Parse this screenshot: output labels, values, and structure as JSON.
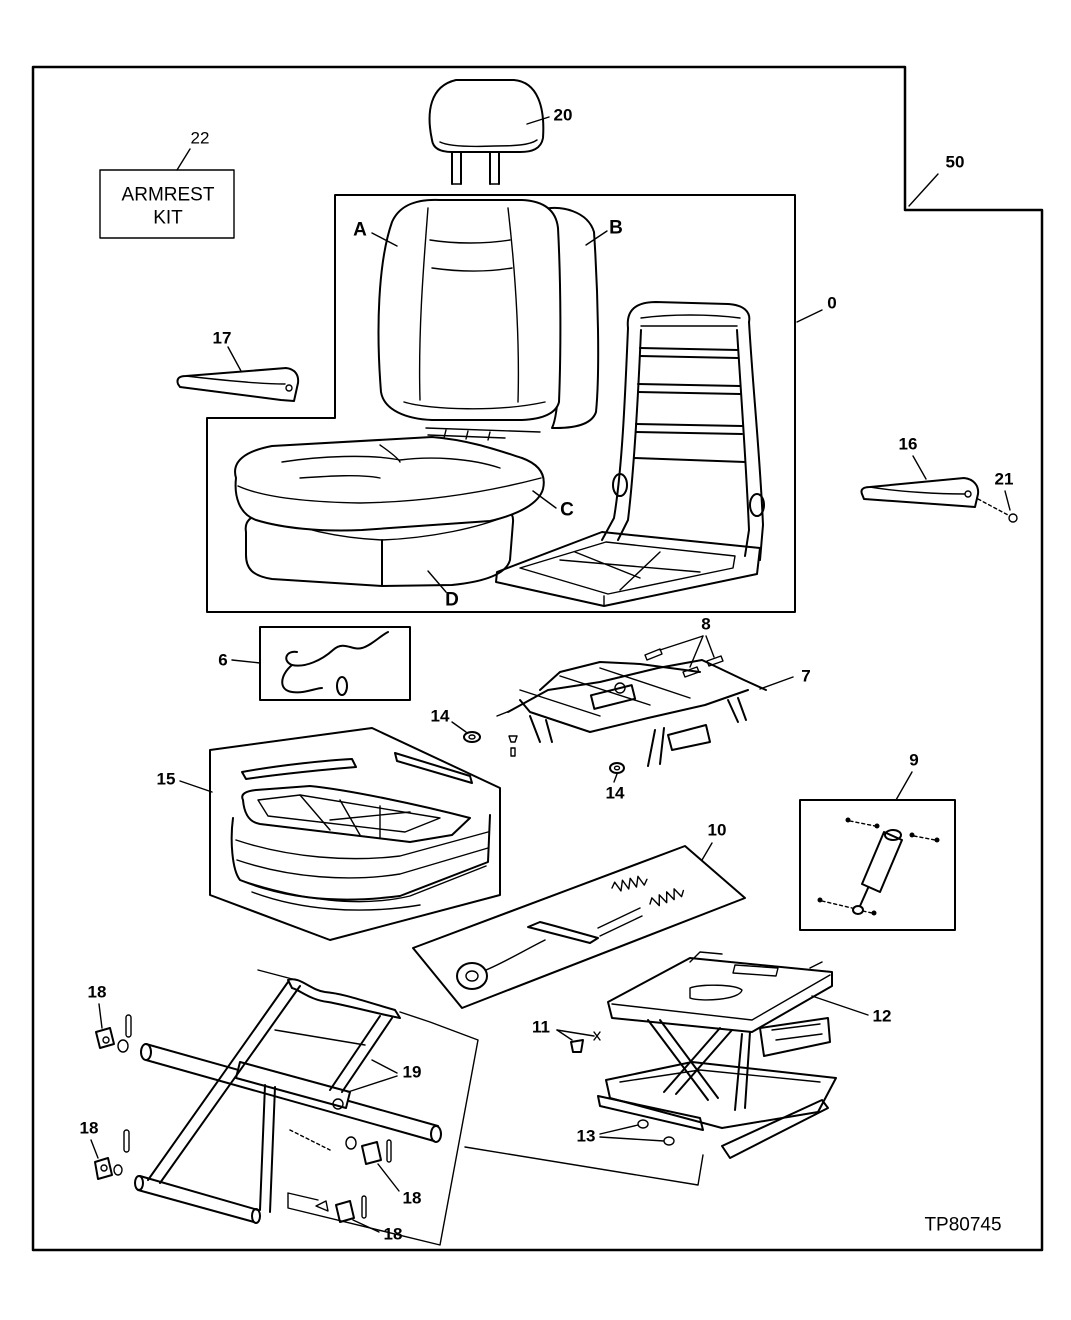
{
  "drawing_number": "TP80745",
  "armrest_kit": {
    "callout": "22",
    "label_line1": "ARMREST",
    "label_line2": "KIT"
  },
  "callouts": {
    "headrest": "20",
    "outline": "50",
    "seat_group": "0",
    "letter_a": "A",
    "letter_b": "B",
    "letter_c": "C",
    "letter_d": "D",
    "armrest_left": "17",
    "armrest_right": "16",
    "armrest_screw": "21",
    "harness": "6",
    "bolts": "8",
    "slide_frame": "7",
    "washer_upper": "14",
    "washer_lower": "14",
    "cushion_suspension": "15",
    "damper": "9",
    "control": "10",
    "clip": "11",
    "suspension": "12",
    "rollers": "13",
    "slide_rails": "19",
    "bracket_top_left": "18",
    "bracket_bottom_left": "18",
    "bracket_center": "18",
    "bracket_bottom": "18"
  }
}
